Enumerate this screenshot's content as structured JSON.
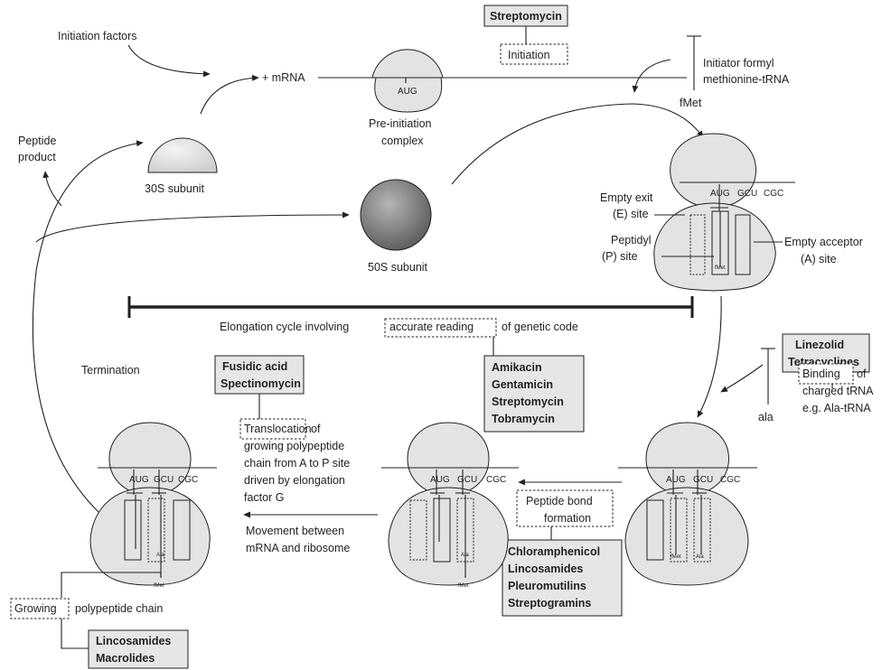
{
  "labels": {
    "initiation_factors": "Initiation factors",
    "mrna": "+ mRNA",
    "aug": "AUG",
    "pre_initiation_1": "Pre-initiation",
    "pre_initiation_2": "complex",
    "s30": "30S subunit",
    "s50": "50S subunit",
    "peptide_product_1": "Peptide",
    "peptide_product_2": "product",
    "initiator_1": "Initiator formyl",
    "initiator_2": "methionine-tRNA",
    "fmet": "fMet",
    "empty_exit_1": "Empty exit",
    "empty_exit_2": "(E) site",
    "peptidyl_1": "Peptidyl",
    "peptidyl_2": "(P) site",
    "empty_acceptor_1": "Empty acceptor",
    "empty_acceptor_2": "(A) site",
    "elongation_pre": "Elongation cycle involving",
    "accurate_reading": "accurate reading",
    "elongation_post": "of genetic code",
    "termination": "Termination",
    "translocation": "Translocation",
    "transloc_1": "of",
    "transloc_2": "growing polypeptide",
    "transloc_3": "chain from A to P site",
    "transloc_4": "driven by elongation",
    "transloc_5": "factor G",
    "movement_1": "Movement  between",
    "movement_2": "mRNA and ribosome",
    "peptide_bond_1": "Peptide bond",
    "peptide_bond_2": "formation",
    "binding": "Binding",
    "binding_of": "of",
    "charged_trna": "charged tRNA",
    "ala_trna": "e.g. Ala-tRNA",
    "ala": "ala",
    "growing": "Growing",
    "growing_rest": "polypeptide chain",
    "codon_aug": "AUG",
    "codon_gcu": "GCU",
    "codon_cgc": "CGC",
    "tiny_fmet": "fMet",
    "tiny_ala": "Ala"
  },
  "drugs": {
    "initiation_drug": "Streptomycin",
    "initiation_label": "Initiation",
    "binding_drugs": [
      "Linezolid",
      "Tetracyclines"
    ],
    "reading_drugs": [
      "Amikacin",
      "Gentamicin",
      "Streptomycin",
      "Tobramycin"
    ],
    "transloc_drugs": [
      "Fusidic acid",
      "Spectinomycin"
    ],
    "peptide_bond_drugs": [
      "Chloramphenicol",
      "Lincosamides",
      "Pleuromutilins",
      "Streptogramins"
    ],
    "exit_drugs": [
      "Lincosamides",
      "Macrolides"
    ]
  }
}
